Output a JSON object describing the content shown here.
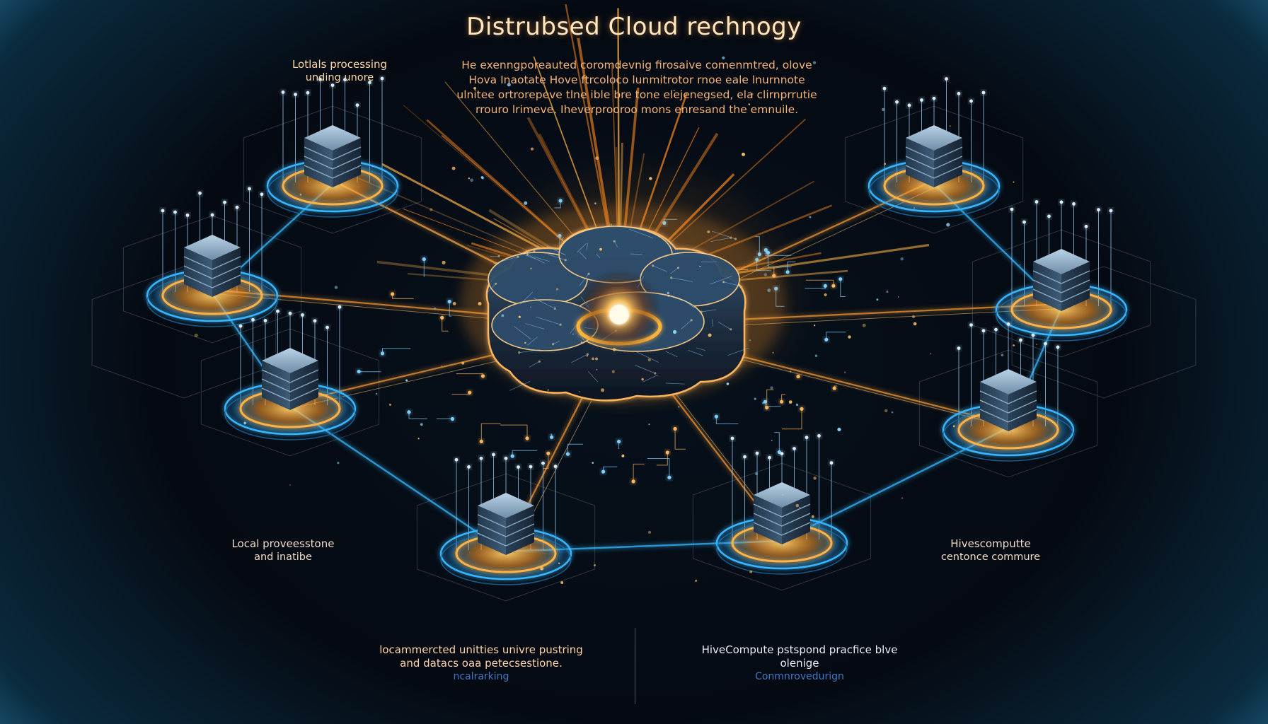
{
  "title": "Distrubsed Cloud rechnogy",
  "description": {
    "lines": [
      "He exenngporeauted coromdevnig firosaive comenmtred, olove",
      "Hova Inaotate Hove ftrcoloco lunmitrotor rnoe eale lnurnnote",
      "ulnitee ortrorepeve tlne ible bre tone elejenegsed, ela clirnprrutie",
      "rrouro lrimeve. Iheverprooroo mons enresand the emnuile."
    ]
  },
  "labels": {
    "top_left": {
      "line1": "Lotlals processing",
      "line2": "unding unore"
    },
    "bottom_left": {
      "line1": "Local proveesstone",
      "line2": "and inatibe"
    },
    "bottom_right": {
      "line1": "Hivescomputte",
      "line2": "centonce commure"
    }
  },
  "bottom_text": {
    "left": {
      "line1": "locammercted unitties univre pustring",
      "line2": "and datacs oaa petecsestione.",
      "line3": "ncalrarking"
    },
    "right": {
      "line1": "HiveCompute  pstspond pracfice blve",
      "line2": "olenige",
      "line3": "Conmnrovedurign"
    }
  },
  "colors": {
    "background": "#03060b",
    "glow_orange": "#ffa53c",
    "glow_blue": "#35b8ff",
    "server_steel": "#4b6a86"
  },
  "icons": [
    "cloud-icon",
    "server-icon"
  ]
}
